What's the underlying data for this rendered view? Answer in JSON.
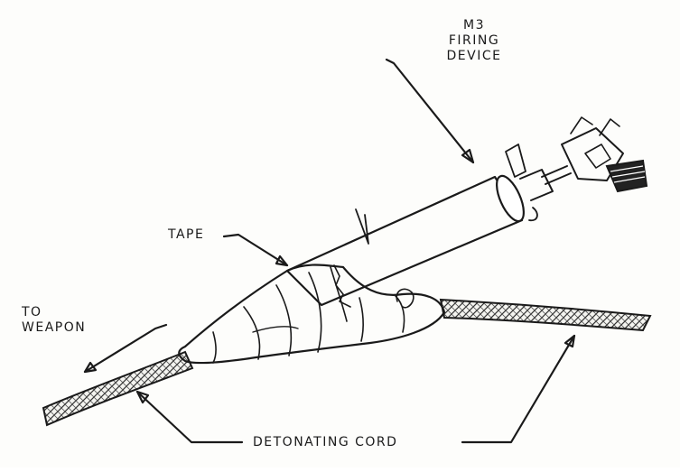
{
  "labels": {
    "m3_firing_device": [
      "M3",
      "FIRING",
      "DEVICE"
    ],
    "tape": "TAPE",
    "to_weapon": [
      "TO",
      "WEAPON"
    ],
    "detonating_cord": "DETONATING CORD"
  }
}
